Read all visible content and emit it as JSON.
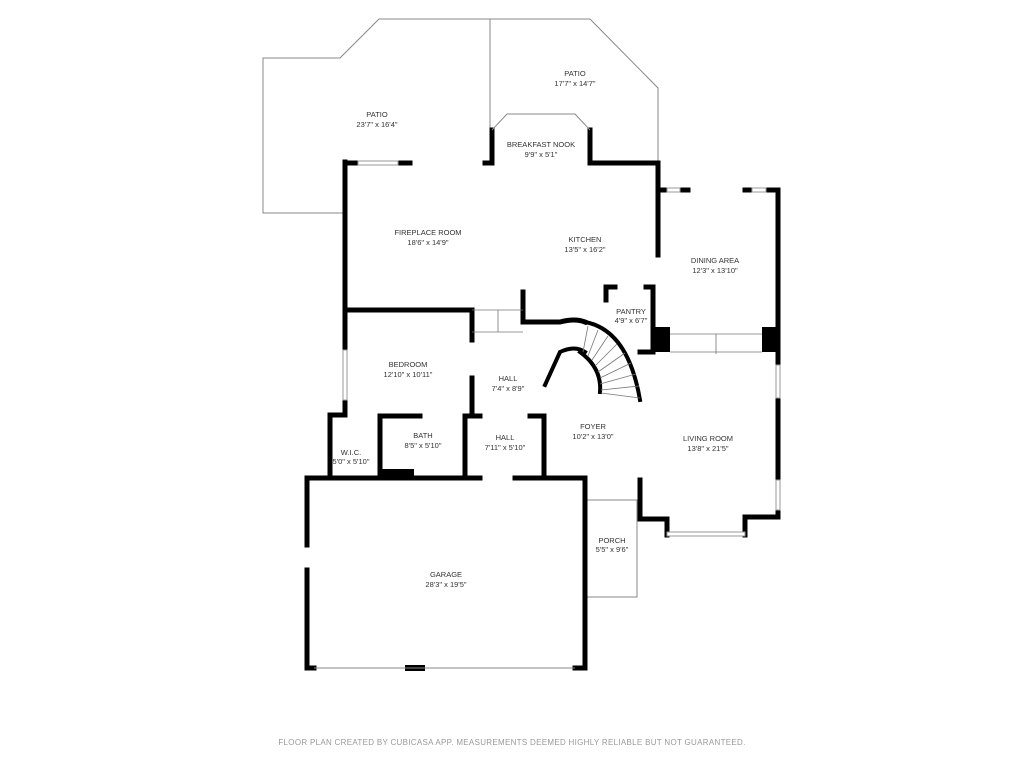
{
  "rooms": [
    {
      "name": "PATIO",
      "size": "23'7\" x 16'4\""
    },
    {
      "name": "PATIO",
      "size": "17'7\" x 14'7\""
    },
    {
      "name": "BREAKFAST NOOK",
      "size": "9'9\" x 5'1\""
    },
    {
      "name": "FIREPLACE ROOM",
      "size": "18'6\" x 14'9\""
    },
    {
      "name": "KITCHEN",
      "size": "13'5\" x 16'2\""
    },
    {
      "name": "DINING AREA",
      "size": "12'3\" x 13'10\""
    },
    {
      "name": "PANTRY",
      "size": "4'9\" x 6'7\""
    },
    {
      "name": "BEDROOM",
      "size": "12'10\" x 10'11\""
    },
    {
      "name": "HALL",
      "size": "7'4\" x 8'9\""
    },
    {
      "name": "FOYER",
      "size": "10'2\" x 13'0\""
    },
    {
      "name": "LIVING ROOM",
      "size": "13'8\" x 21'5\""
    },
    {
      "name": "W.I.C.",
      "size": "5'0\" x 5'10\""
    },
    {
      "name": "BATH",
      "size": "8'5\" x 5'10\""
    },
    {
      "name": "HALL",
      "size": "7'11\" x 5'10\""
    },
    {
      "name": "GARAGE",
      "size": "28'3\" x 19'5\""
    },
    {
      "name": "PORCH",
      "size": "5'5\" x 9'6\""
    }
  ],
  "footer": "FLOOR PLAN CREATED BY CUBICASA APP. MEASUREMENTS DEEMED HIGHLY RELIABLE BUT NOT GUARANTEED."
}
